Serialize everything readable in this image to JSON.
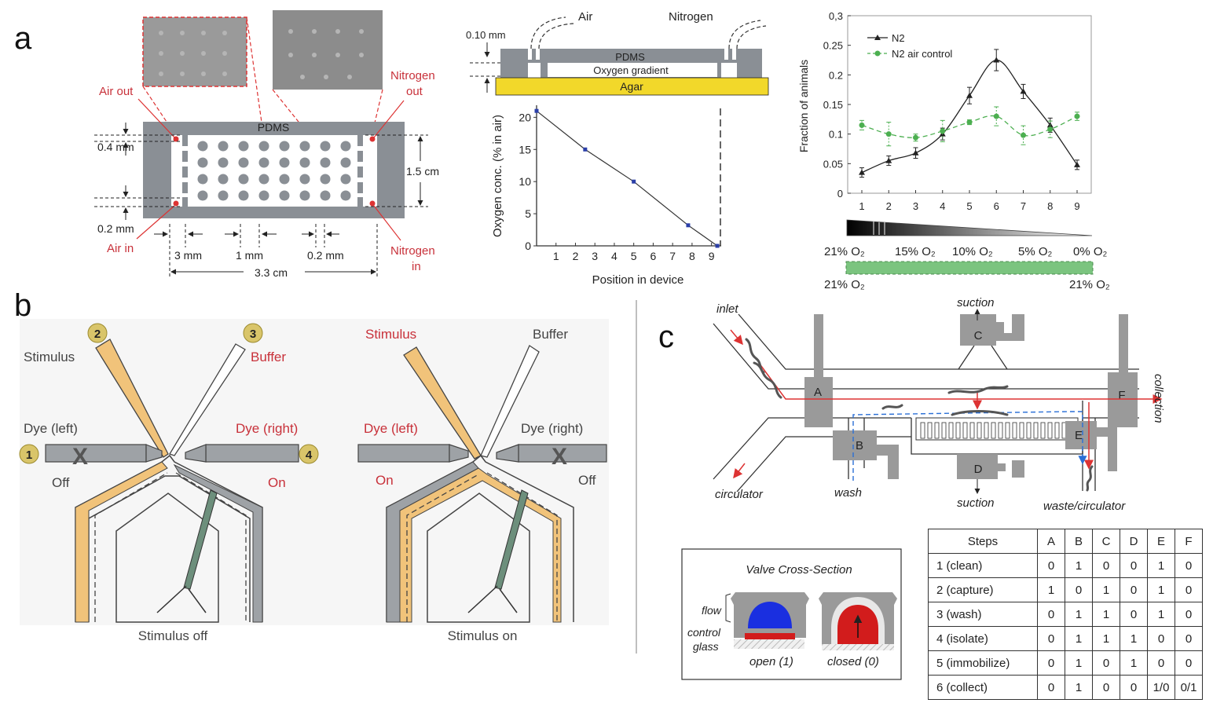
{
  "panel_labels": {
    "a": "a",
    "b": "b",
    "c": "c"
  },
  "panel_a": {
    "schematic": {
      "pdms": "PDMS",
      "air_out": "Air out",
      "air_in": "Air in",
      "nitrogen_out_1": "Nitrogen",
      "nitrogen_out_2": "out",
      "nitrogen_in_1": "Nitrogen",
      "nitrogen_in_2": "in",
      "dim_04": "0.4 mm",
      "dim_02": "0.2 mm",
      "dim_15": "1.5 cm",
      "dim_3mm": "3 mm",
      "dim_1mm": "1 mm",
      "dim_02b": "0.2 mm",
      "dim_33": "3.3 cm"
    },
    "cross_section": {
      "air": "Air",
      "nitrogen": "Nitrogen",
      "dim": "0.10 mm",
      "pdms": "PDMS",
      "gradient": "Oxygen gradient",
      "agar": "Agar"
    },
    "oxygen_chart": {
      "ylabel": "Oxygen conc. (% in air)",
      "xlabel": "Position in device",
      "y_ticks": [
        "0",
        "5",
        "10",
        "15",
        "20"
      ],
      "x_ticks": [
        "1",
        "2",
        "3",
        "4",
        "5",
        "6",
        "7",
        "8",
        "9"
      ]
    },
    "fraction_chart": {
      "ylabel": "Fraction of animals",
      "y_ticks": [
        "0",
        "0.05",
        "0.1",
        "0.15",
        "0.2",
        "0.25",
        "0,3"
      ],
      "x_ticks": [
        "1",
        "2",
        "3",
        "4",
        "5",
        "6",
        "7",
        "8",
        "9"
      ],
      "legend": [
        "N2",
        "N2 air control"
      ],
      "colors": {
        "n2": "#222222",
        "control": "#4caf50"
      }
    },
    "gradient_labels": [
      "21% O₂",
      "15% O₂",
      "10% O₂",
      "5% O₂",
      "0% O₂"
    ],
    "uniform_labels": [
      "21% O₂",
      "21% O₂"
    ]
  },
  "chart_data": [
    {
      "type": "line",
      "ylabel": "Oxygen conc. (% in air)",
      "xlabel": "Position in device",
      "x": [
        0,
        2.5,
        5,
        7.8,
        9.3
      ],
      "values": [
        21,
        15,
        10,
        3.2,
        0
      ],
      "xlim": [
        0,
        9.5
      ],
      "ylim": [
        0,
        22
      ]
    },
    {
      "type": "line",
      "ylabel": "Fraction of animals",
      "categories": [
        1,
        2,
        3,
        4,
        5,
        6,
        7,
        8,
        9
      ],
      "ylim": [
        0,
        0.3
      ],
      "series": [
        {
          "name": "N2",
          "values": [
            0.035,
            0.055,
            0.068,
            0.1,
            0.165,
            0.225,
            0.172,
            0.115,
            0.048
          ],
          "errors": [
            0.008,
            0.008,
            0.009,
            0.01,
            0.014,
            0.018,
            0.012,
            0.012,
            0.008
          ]
        },
        {
          "name": "N2 air control",
          "values": [
            0.115,
            0.1,
            0.094,
            0.105,
            0.12,
            0.13,
            0.098,
            0.108,
            0.13
          ],
          "errors": [
            0.008,
            0.02,
            0.006,
            0.018,
            0.004,
            0.016,
            0.016,
            0.014,
            0.007
          ]
        }
      ]
    }
  ],
  "panel_b": {
    "left": {
      "badge2": "2",
      "badge3": "3",
      "badge1": "1",
      "badge4": "4",
      "stimulus": "Stimulus",
      "buffer": "Buffer",
      "dye_left": "Dye (left)",
      "dye_right": "Dye (right)",
      "off": "Off",
      "on": "On",
      "caption": "Stimulus off"
    },
    "right": {
      "stimulus": "Stimulus",
      "buffer": "Buffer",
      "dye_left": "Dye (left)",
      "dye_right": "Dye (right)",
      "on": "On",
      "off": "Off",
      "caption": "Stimulus on"
    }
  },
  "panel_c": {
    "inlet": "inlet",
    "suction_top": "suction",
    "collection": "collection",
    "circulator": "circulator",
    "wash": "wash",
    "suction_bottom": "suction",
    "waste": "waste/circulator",
    "valves": [
      "A",
      "B",
      "C",
      "D",
      "E",
      "F"
    ],
    "cross_section": {
      "title": "Valve Cross-Section",
      "flow": "flow",
      "control": "control",
      "glass": "glass",
      "open": "open (1)",
      "closed": "closed (0)"
    },
    "table": {
      "headers": [
        "Steps",
        "A",
        "B",
        "C",
        "D",
        "E",
        "F"
      ],
      "rows": [
        [
          "1 (clean)",
          "0",
          "1",
          "0",
          "0",
          "1",
          "0"
        ],
        [
          "2 (capture)",
          "1",
          "0",
          "1",
          "0",
          "1",
          "0"
        ],
        [
          "3 (wash)",
          "0",
          "1",
          "1",
          "0",
          "1",
          "0"
        ],
        [
          "4 (isolate)",
          "0",
          "1",
          "1",
          "1",
          "0",
          "0"
        ],
        [
          "5 (immobilize)",
          "0",
          "1",
          "0",
          "1",
          "0",
          "0"
        ],
        [
          "6 (collect)",
          "0",
          "1",
          "0",
          "0",
          "1/0",
          "0/1"
        ]
      ]
    }
  }
}
